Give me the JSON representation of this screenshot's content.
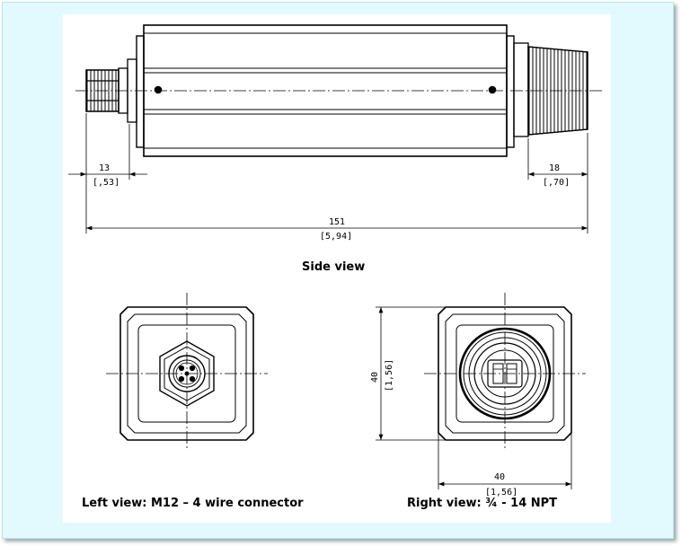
{
  "side_view": {
    "caption": "Side view",
    "dim_left": {
      "mm": "13",
      "inch": "[,53]"
    },
    "dim_right": {
      "mm": "18",
      "inch": "[,70]"
    },
    "dim_total": {
      "mm": "151",
      "inch": "[5,94]"
    }
  },
  "left_view": {
    "caption": "Left view: M12 – 4 wire connector"
  },
  "right_view": {
    "caption": "Right view: ¾ - 14 NPT",
    "dim_height": {
      "mm": "40",
      "inch": "[1,56]"
    },
    "dim_width": {
      "mm": "40",
      "inch": "[1,56]"
    }
  }
}
